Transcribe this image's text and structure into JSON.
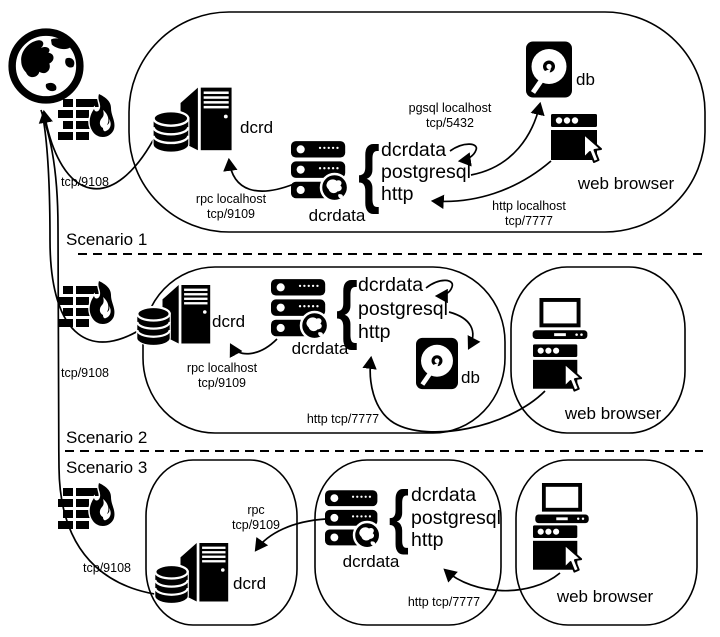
{
  "colors": {
    "ink": "#000000",
    "background": "#ffffff"
  },
  "icons": {
    "internet": "globe-icon",
    "firewall": "firewall-icon",
    "dcrd": "tower-server-database-icon",
    "dcrdata": "server-rack-globe-icon",
    "db": "hard-disk-icon",
    "browser": "browser-window-cursor-icon",
    "laptop": "laptop-icon"
  },
  "scenarios": [
    {
      "label": "Scenario 1",
      "firewall_label": "tcp/9108",
      "dcrd_label": "dcrd",
      "rpc_line1": "rpc localhost",
      "rpc_line2": "tcp/9109",
      "dcrdata_label": "dcrdata",
      "brace": "{",
      "components": [
        "dcrdata",
        "postgresql",
        "http"
      ],
      "pgsql_line1": "pgsql localhost",
      "pgsql_line2": "tcp/5432",
      "db_label": "db",
      "browser_label": "web browser",
      "http_line1": "http localhost",
      "http_line2": "tcp/7777"
    },
    {
      "label": "Scenario 2",
      "firewall_label": "tcp/9108",
      "dcrd_label": "dcrd",
      "rpc_line1": "rpc localhost",
      "rpc_line2": "tcp/9109",
      "dcrdata_label": "dcrdata",
      "brace": "{",
      "components": [
        "dcrdata",
        "postgresql",
        "http"
      ],
      "db_label": "db",
      "browser_label": "web browser",
      "http_label": "http tcp/7777"
    },
    {
      "label": "Scenario 3",
      "firewall_label": "tcp/9108",
      "dcrd_label": "dcrd",
      "rpc_line1": "rpc",
      "rpc_line2": "tcp/9109",
      "dcrdata_label": "dcrdata",
      "brace": "{",
      "components": [
        "dcrdata",
        "postgresql",
        "http"
      ],
      "browser_label": "web browser",
      "http_label": "http tcp/7777"
    }
  ]
}
